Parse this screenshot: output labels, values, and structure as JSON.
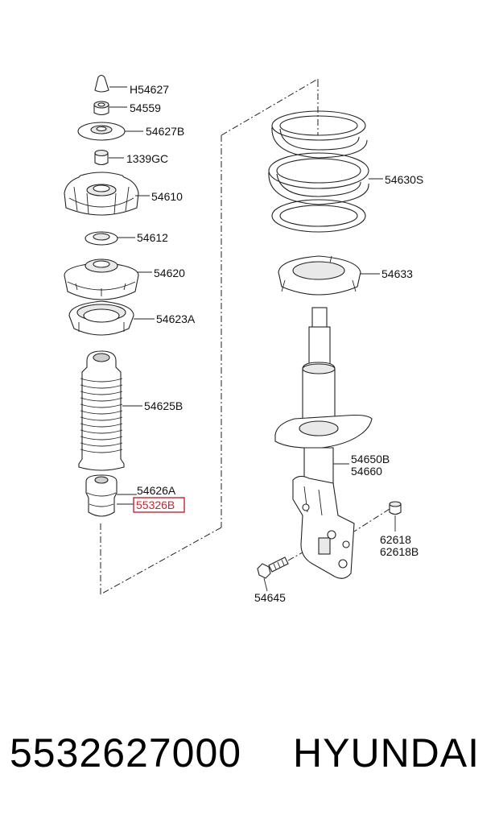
{
  "parts": [
    {
      "id": "bump-stopper-cap",
      "label": "H54627"
    },
    {
      "id": "nut",
      "label": "54559"
    },
    {
      "id": "washer-upper",
      "label": "54627B"
    },
    {
      "id": "nut-small",
      "label": "1339GC"
    },
    {
      "id": "strut-mount",
      "label": "54610"
    },
    {
      "id": "bearing-ring",
      "label": "54612"
    },
    {
      "id": "bearing-plate",
      "label": "54620"
    },
    {
      "id": "spring-seat-upper",
      "label": "54623A"
    },
    {
      "id": "dust-boot",
      "label": "54625B"
    },
    {
      "id": "bump-stopper-a",
      "label": "54626A"
    },
    {
      "id": "bump-stopper-b",
      "label": "55326B"
    },
    {
      "id": "coil-spring",
      "label": "54630S"
    },
    {
      "id": "spring-pad",
      "label": "54633"
    },
    {
      "id": "strut-assembly-1",
      "label": "54650B"
    },
    {
      "id": "strut-assembly-2",
      "label": "54660"
    },
    {
      "id": "flange-nut-1",
      "label": "62618"
    },
    {
      "id": "flange-nut-2",
      "label": "62618B"
    },
    {
      "id": "bolt",
      "label": "54645"
    }
  ],
  "highlight": {
    "label": "55326B",
    "color": "#d0202a"
  },
  "footer": {
    "part_number": "5532627000",
    "brand": "HYUNDAI"
  }
}
